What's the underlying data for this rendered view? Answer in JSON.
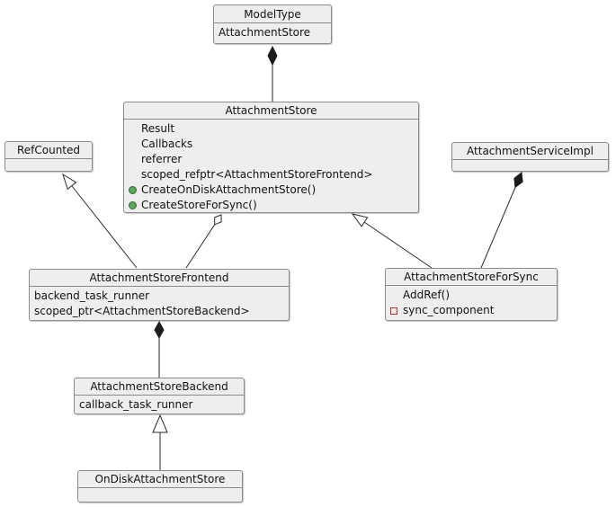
{
  "diagram": {
    "kind": "uml-class-diagram",
    "background": "#ffffff",
    "colors": {
      "box_fill": "#eeeeee",
      "box_border": "#8b8b8b",
      "text": "#111111",
      "edge": "#2b2b2b",
      "public_method_icon_fill": "#5aa85a",
      "public_method_icon_border": "#276c30",
      "private_field_icon_border": "#c22f26"
    },
    "classes": {
      "model_type": {
        "title": "ModelType",
        "members": [
          {
            "label": "AttachmentStore",
            "icon": null
          }
        ]
      },
      "attachment_store": {
        "title": "AttachmentStore",
        "members": [
          {
            "label": "Result",
            "icon": "blank-icon"
          },
          {
            "label": "Callbacks",
            "icon": "blank-icon"
          },
          {
            "label": "referrer",
            "icon": "blank-icon"
          },
          {
            "label": "scoped_refptr<AttachmentStoreFrontend>",
            "icon": "blank-icon"
          },
          {
            "label": "CreateOnDiskAttachmentStore()",
            "icon": "public-method-icon"
          },
          {
            "label": "CreateStoreForSync()",
            "icon": "public-method-icon"
          }
        ]
      },
      "ref_counted": {
        "title": "RefCounted",
        "members": []
      },
      "attachment_service_impl": {
        "title": "AttachmentServiceImpl",
        "members": []
      },
      "attachment_store_frontend": {
        "title": "AttachmentStoreFrontend",
        "members": [
          {
            "label": "backend_task_runner",
            "icon": null
          },
          {
            "label": "scoped_ptr<AttachmentStoreBackend>",
            "icon": null
          }
        ]
      },
      "attachment_store_for_sync": {
        "title": "AttachmentStoreForSync",
        "members": [
          {
            "label": "AddRef()",
            "icon": "blank-icon"
          },
          {
            "label": "sync_component",
            "icon": "private-field-icon"
          }
        ]
      },
      "attachment_store_backend": {
        "title": "AttachmentStoreBackend",
        "members": [
          {
            "label": "callback_task_runner",
            "icon": null
          }
        ]
      },
      "on_disk_attachment_store": {
        "title": "OnDiskAttachmentStore",
        "members": []
      }
    },
    "relationships": [
      {
        "from": "AttachmentStore",
        "to": "ModelType",
        "type": "composition"
      },
      {
        "from": "AttachmentStoreFrontend",
        "to": "RefCounted",
        "type": "generalization"
      },
      {
        "from": "AttachmentStoreFrontend",
        "to": "AttachmentStore",
        "type": "aggregation"
      },
      {
        "from": "AttachmentStoreForSync",
        "to": "AttachmentStore",
        "type": "generalization"
      },
      {
        "from": "AttachmentStoreForSync",
        "to": "AttachmentServiceImpl",
        "type": "composition"
      },
      {
        "from": "AttachmentStoreBackend",
        "to": "AttachmentStoreFrontend",
        "type": "composition"
      },
      {
        "from": "OnDiskAttachmentStore",
        "to": "AttachmentStoreBackend",
        "type": "generalization"
      }
    ]
  }
}
